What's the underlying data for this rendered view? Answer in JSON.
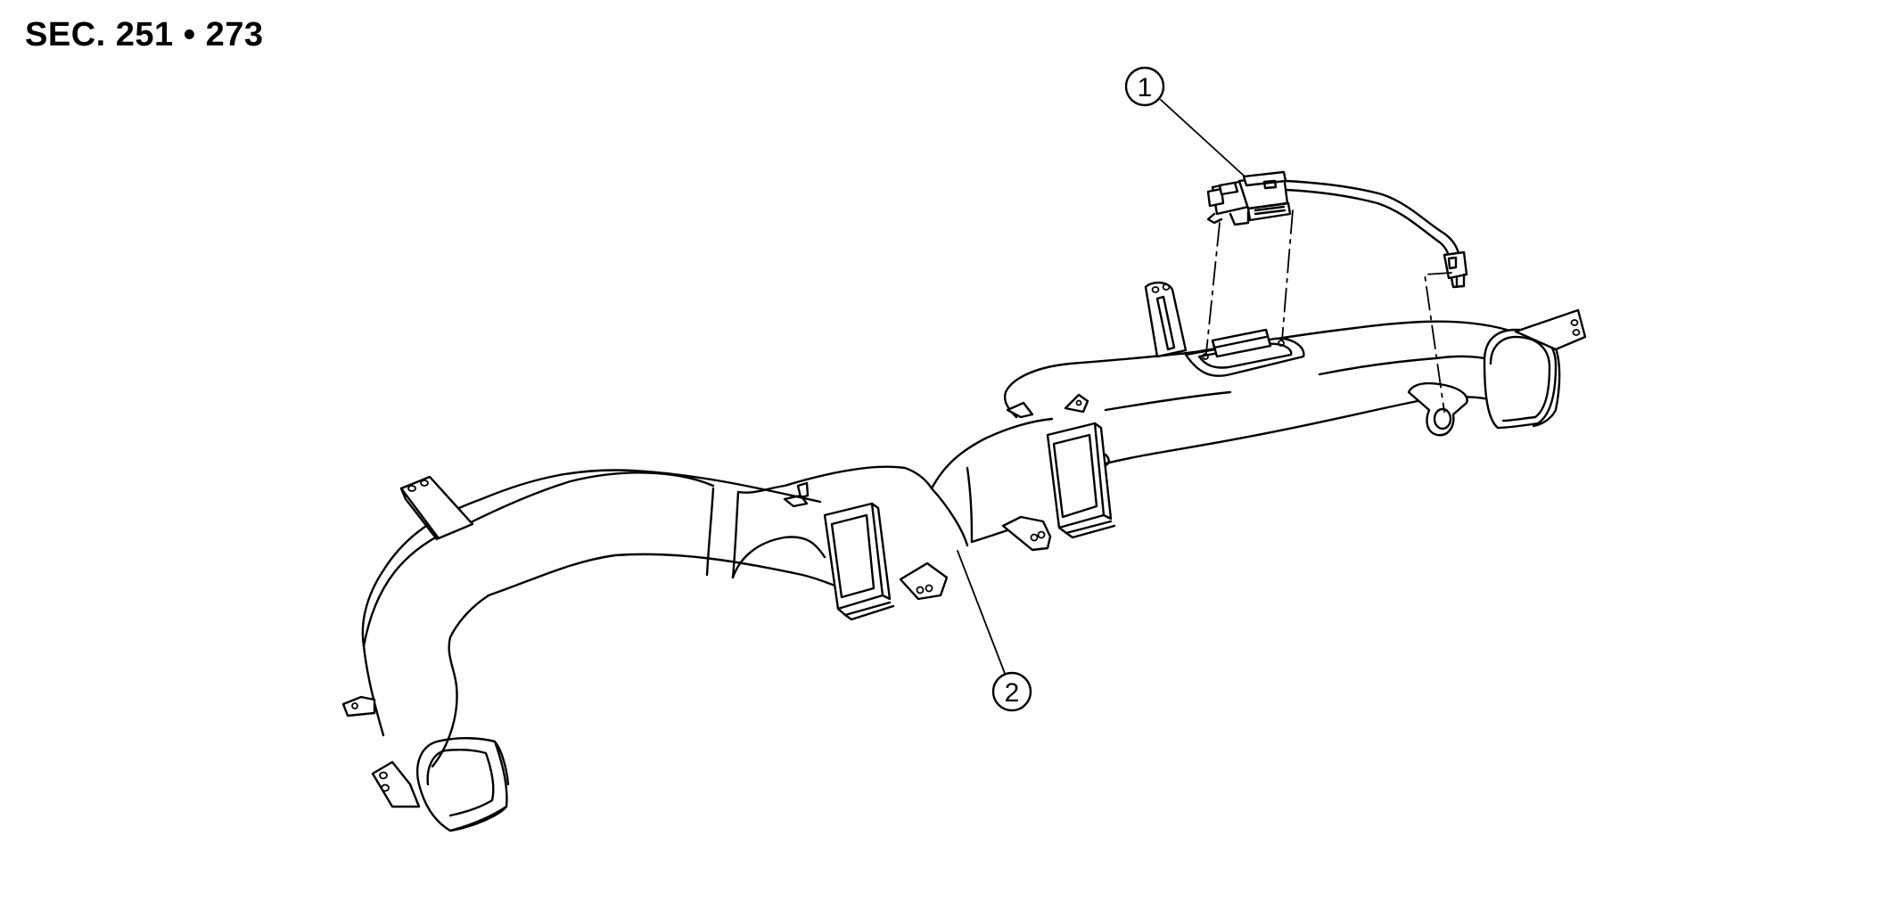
{
  "section": "SEC. 251 • 273",
  "callouts": [
    {
      "number": "1"
    },
    {
      "number": "2"
    }
  ],
  "colors": {
    "line": "#000000",
    "background": "#ffffff"
  }
}
